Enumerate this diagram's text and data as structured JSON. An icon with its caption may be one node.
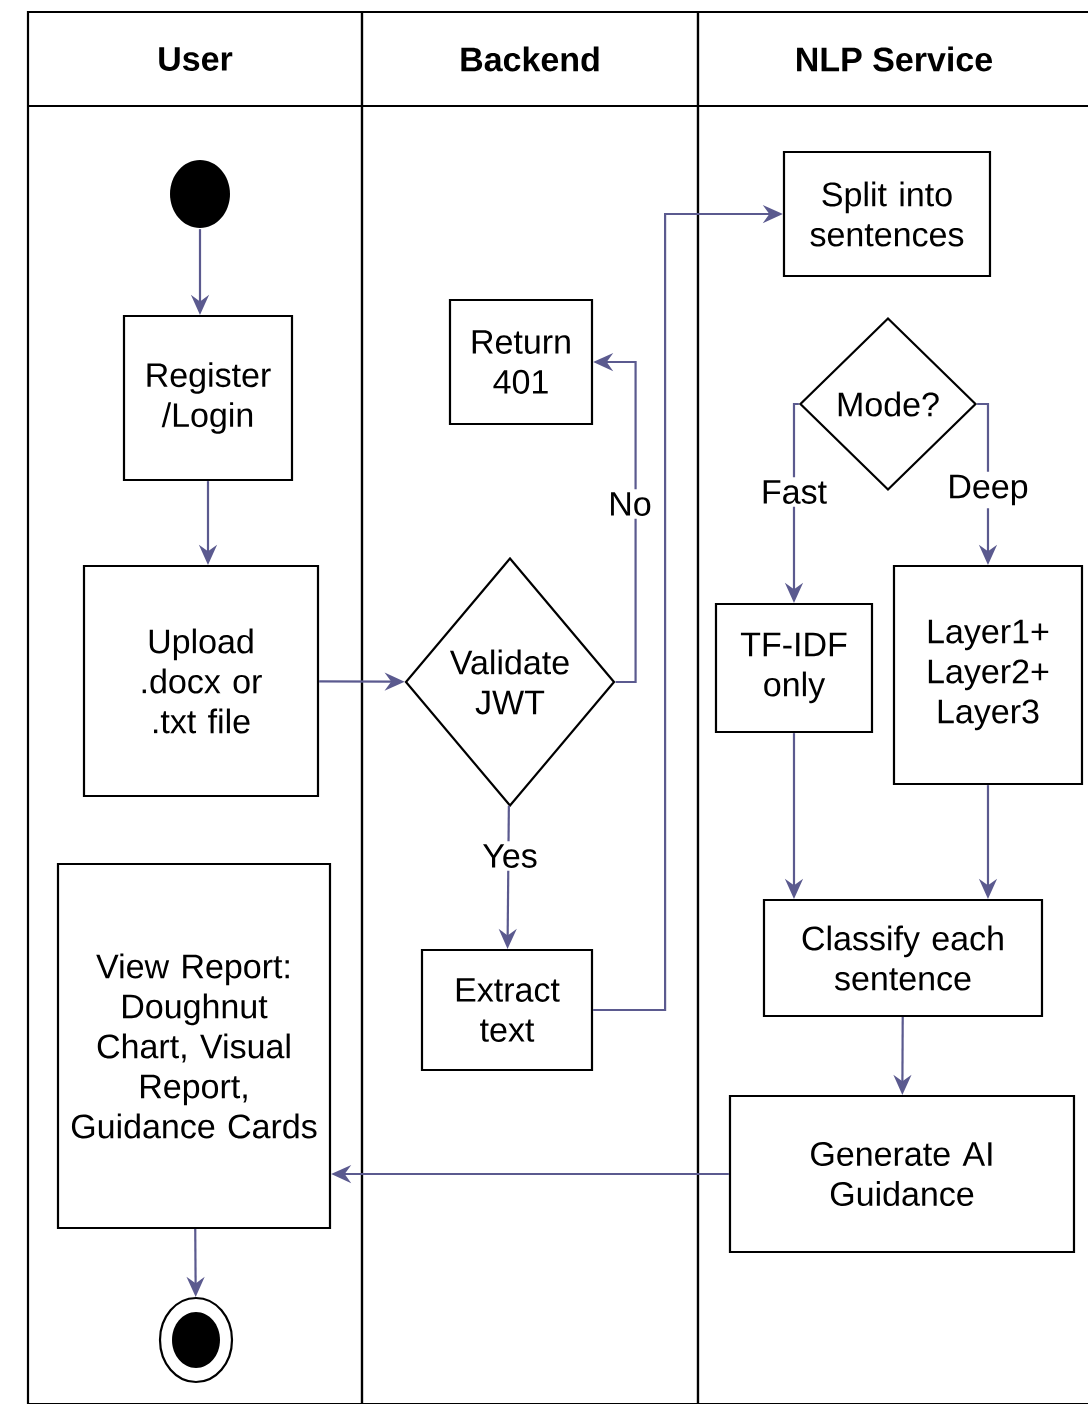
{
  "diagram": {
    "nodes": [
      {
        "text": [
          "User"
        ]
      },
      {
        "text": [
          "Backend"
        ]
      },
      {
        "text": [
          "NLP Service"
        ]
      },
      {
        "text": [],
        "shape": "circle",
        "in": 0
      },
      {
        "text": [
          "Register /Login"
        ],
        "in": 0
      },
      {
        "text": [
          "Upload .docx or .txt file"
        ],
        "in": 0
      },
      {
        "text": [
          "Validate JWT"
        ],
        "in": 1
      },
      {
        "text": [
          "Return 401"
        ],
        "in": 1
      },
      {
        "text": [
          "Extract text"
        ],
        "in": 1
      },
      {
        "text": [
          "Split into sentences"
        ],
        "in": 2
      },
      {
        "text": [
          "Mode?"
        ],
        "in": 2
      },
      {
        "text": [
          "TF-IDF only"
        ],
        "in": 2
      },
      {
        "text": [
          "Layer1+ Layer2+ Layer3"
        ],
        "in": 2
      },
      {
        "text": [
          "Classify each sentence"
        ],
        "in": 2
      },
      {
        "text": [
          "Generate AI Guidance"
        ],
        "in": 2
      },
      {
        "text": [
          "View Report: Doughnut Chart, Visual Report, Guidance Cards"
        ],
        "in": 0
      },
      {
        "text": [],
        "shape": "circle",
        "in": 0
      }
    ],
    "edges": [
      {
        "from": 3,
        "to": 4,
        "arrow": "to"
      },
      {
        "from": 4,
        "to": 5,
        "arrow": "to"
      },
      {
        "from": 5,
        "to": 6,
        "arrow": "to"
      },
      {
        "from": 6,
        "to": 7,
        "arrow": "to",
        "label": "No"
      },
      {
        "from": 6,
        "to": 8,
        "arrow": "to",
        "label": "Yes"
      },
      {
        "from": 8,
        "to": 9,
        "arrow": "to"
      },
      {
        "from": 10,
        "to": 11,
        "arrow": "to",
        "label": "Fast"
      },
      {
        "from": 10,
        "to": 12,
        "arrow": "to",
        "label": "Deep"
      },
      {
        "from": 11,
        "to": 13,
        "arrow": "to"
      },
      {
        "from": 12,
        "to": 13,
        "arrow": "to"
      },
      {
        "from": 13,
        "to": 14,
        "arrow": "to"
      },
      {
        "from": 14,
        "to": 15,
        "arrow": "to"
      },
      {
        "from": 15,
        "to": 16,
        "arrow": "to"
      }
    ]
  }
}
